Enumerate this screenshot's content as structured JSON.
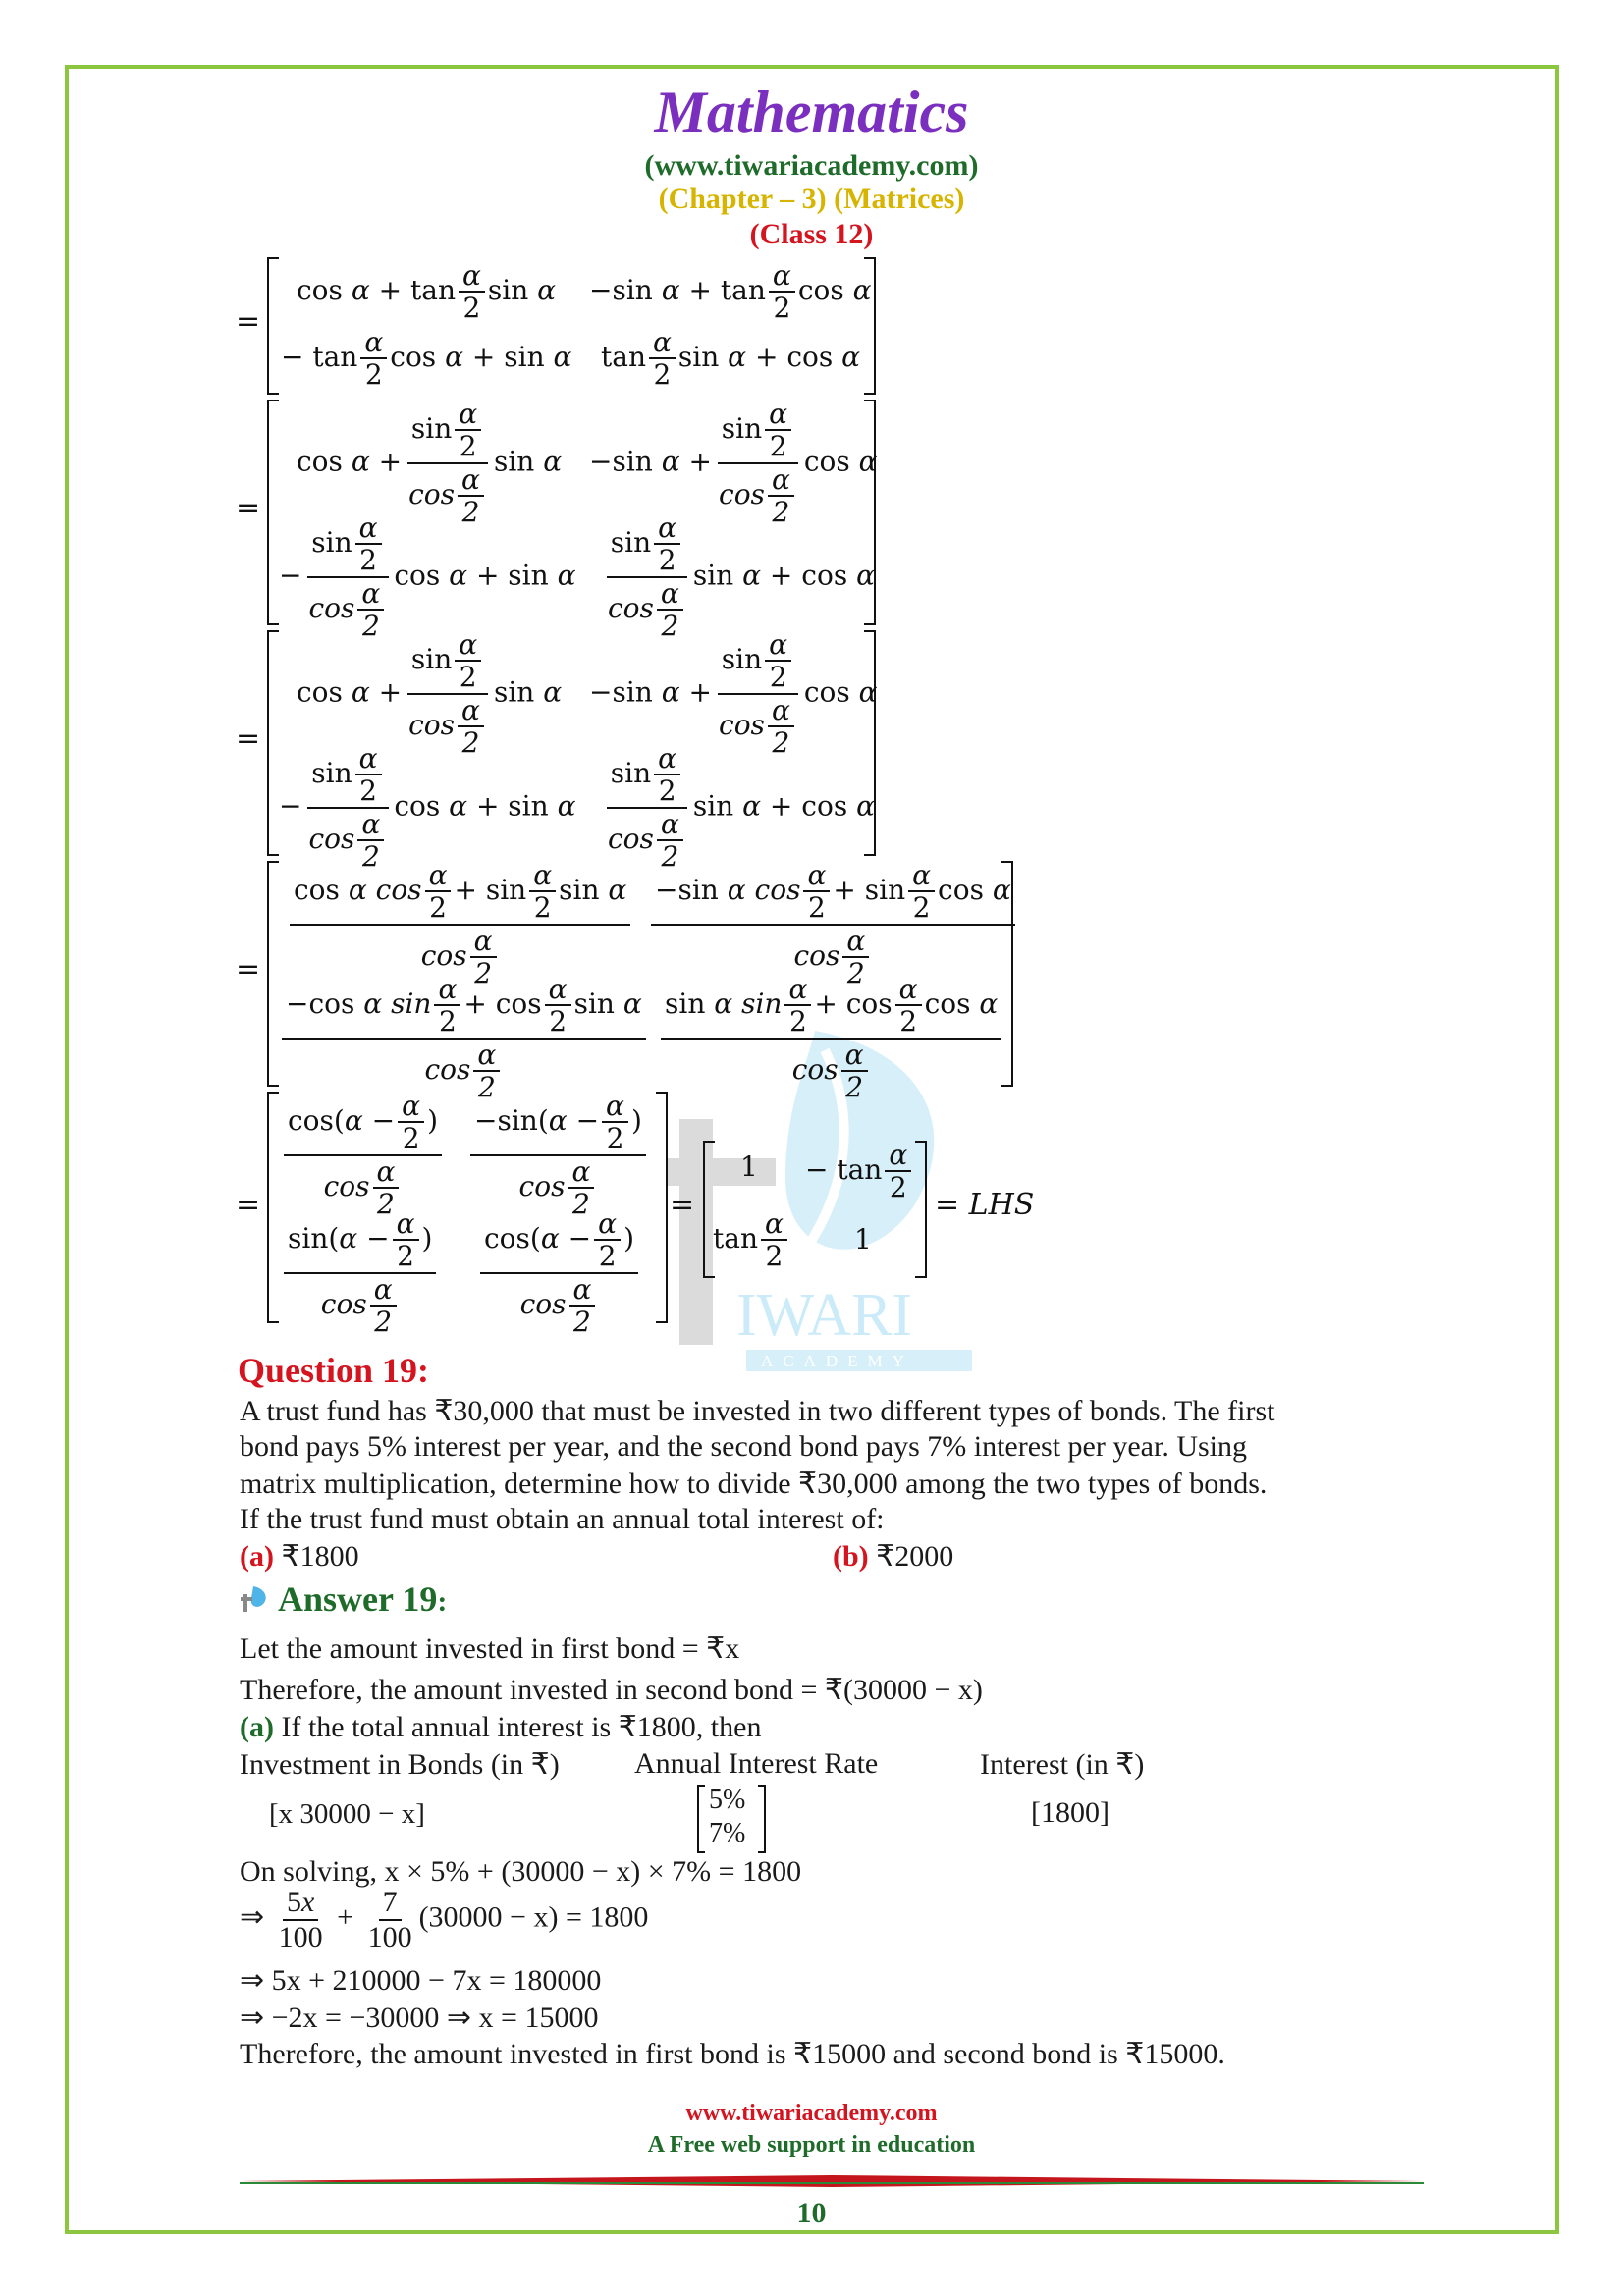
{
  "header": {
    "title": "Mathematics",
    "website": "(www.tiwariacademy.com)",
    "chapter": "(Chapter – 3) (Matrices)",
    "class": "(Class 12)"
  },
  "watermark": {
    "letters": "IWARI",
    "sub": "ACADEMY"
  },
  "math": {
    "equals": "=",
    "lhs": "= LHS"
  },
  "question": {
    "heading": "Question 19:",
    "lines": [
      "A trust fund has ₹30,000 that must be invested in two different types of bonds. The first",
      "bond pays 5% interest per year, and the second bond pays 7% interest per year. Using",
      "matrix multiplication, determine how to divide ₹30,000 among the two types of bonds.",
      "If the trust fund must obtain an annual total interest of:"
    ],
    "option_a_label": "(a)",
    "option_a_value": "₹1800",
    "option_b_label": "(b)",
    "option_b_value": "₹2000"
  },
  "answer": {
    "heading": "Answer 19",
    "colon": ":",
    "line1": "Let the amount invested in first bond = ₹x",
    "line2": "Therefore, the amount invested in second bond = ₹(30000 − x)",
    "part_a_label": "(a)",
    "part_a_text": "If the total annual interest is ₹1800, then",
    "col1": "Investment in Bonds (in ₹)",
    "col2": "Annual Interest Rate",
    "col3": "Interest (in ₹)",
    "row_matrix": "[x    30000 − x]",
    "rate1": "5%",
    "rate2": "7%",
    "interest": "[1800]",
    "solve1": "On solving, x × 5% + (30000 − x) × 7% = 1800",
    "solve2_rest": "(30000 − x) = 1800",
    "solve3": "⇒ 5x + 210000 − 7x = 180000",
    "solve4": "⇒ −2x = −30000      ⇒ x = 15000",
    "conclusion": "Therefore, the amount invested in first bond is ₹15000 and second bond is ₹15000."
  },
  "footer": {
    "website": "www.tiwariacademy.com",
    "tagline": "A Free web support in education",
    "page": "10"
  }
}
